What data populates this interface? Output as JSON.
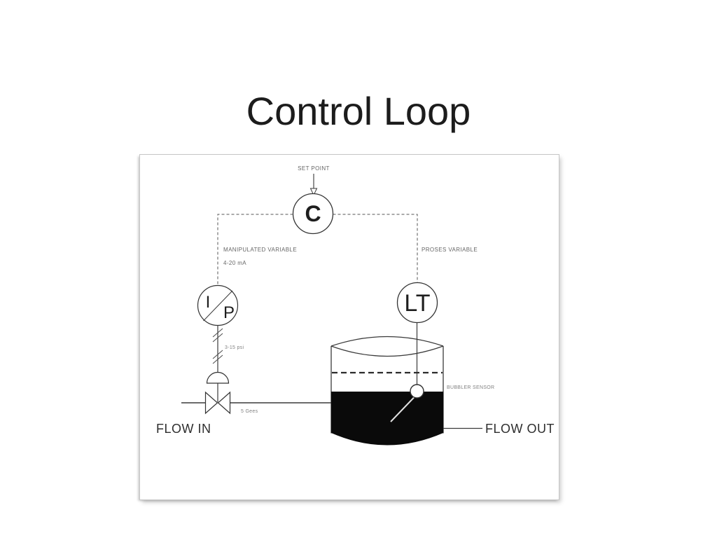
{
  "slide": {
    "title": "Control Loop"
  },
  "diagram": {
    "set_point_label": "SET POINT",
    "controller_label": "C",
    "manipulated_variable_label": "MANIPULATED VARIABLE",
    "electric_signal_range_label": "4-20 mA",
    "process_variable_label": "PROSES VARIABLE",
    "ip_converter_top_label": "I",
    "ip_converter_bottom_label": "P",
    "pneumatic_signal_range_label": "3-15 psi",
    "valve_note_label": "5 Gees",
    "flow_in_label": "FLOW IN",
    "level_transmitter_label": "LT",
    "bubbler_sensor_label": "BUBBLER SENSOR",
    "flow_out_label": "FLOW OUT",
    "colors": {
      "line": "#3a3a3a",
      "dashed_signal": "#555555",
      "liquid_fill": "#0a0a0a",
      "small_label": "#666666",
      "title_text": "#1c1c1c"
    }
  }
}
